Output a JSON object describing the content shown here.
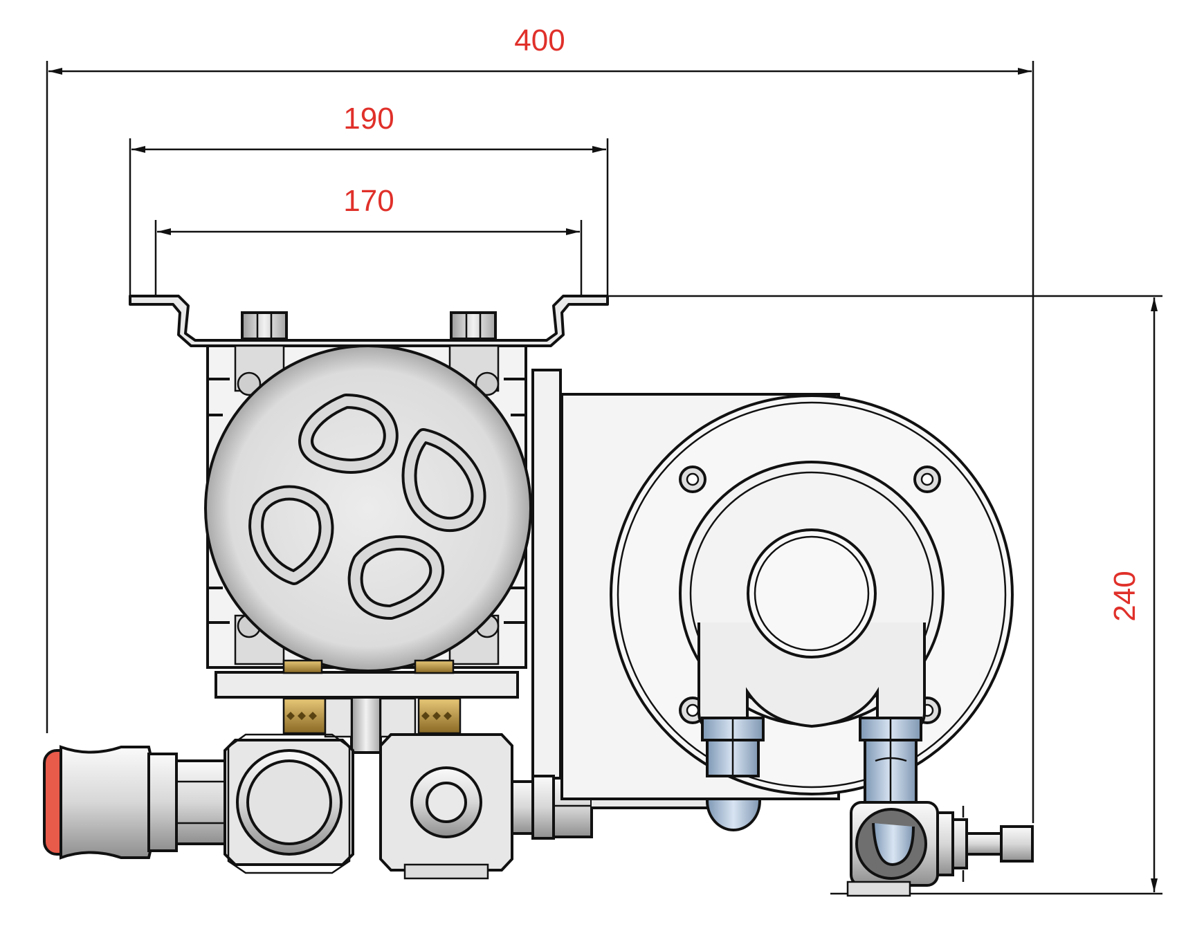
{
  "drawing": {
    "dimensions": {
      "overall_width": "400",
      "bracket_outer_width": "190",
      "bracket_inner_width": "170",
      "overall_height": "240"
    }
  },
  "colors": {
    "dimension_text": "#e0302a",
    "line": "#111111",
    "metal_light": "#e6e6e6",
    "metal_mid": "#cfcfcf",
    "metal_dark": "#9c9c9c",
    "brass": "#c9a24a",
    "blue_fitting": "#a9bfd6",
    "red_accent": "#e85a4a"
  }
}
